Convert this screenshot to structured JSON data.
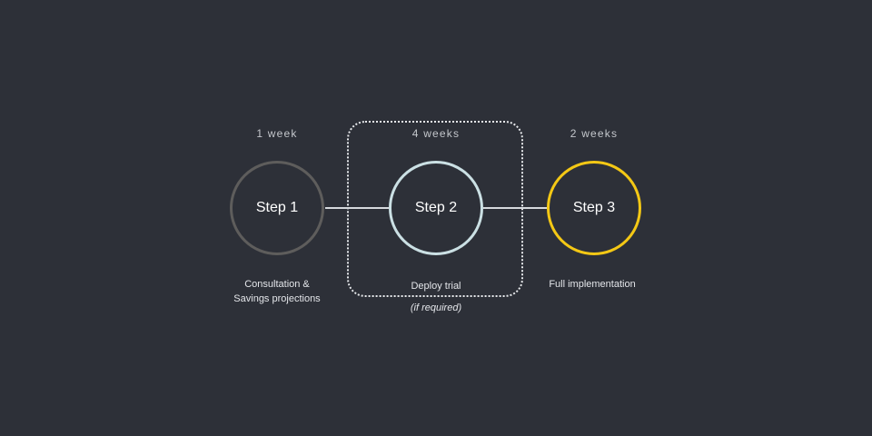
{
  "steps": [
    {
      "label": "Step 1",
      "duration": "1 week",
      "description_line1": "Consultation &",
      "description_line2": "Savings projections",
      "ring_color": "#5e5d5c"
    },
    {
      "label": "Step 2",
      "duration": "4 weeks",
      "description_line1": "Deploy trial",
      "note": "(if required)",
      "ring_color": "#cbe0e4"
    },
    {
      "label": "Step 3",
      "duration": "2 weeks",
      "description_line1": "Full implementation",
      "ring_color": "#f4c815"
    }
  ],
  "colors": {
    "background": "#2d3038",
    "connector": "#d6d9dd",
    "text": "#ffffff"
  }
}
